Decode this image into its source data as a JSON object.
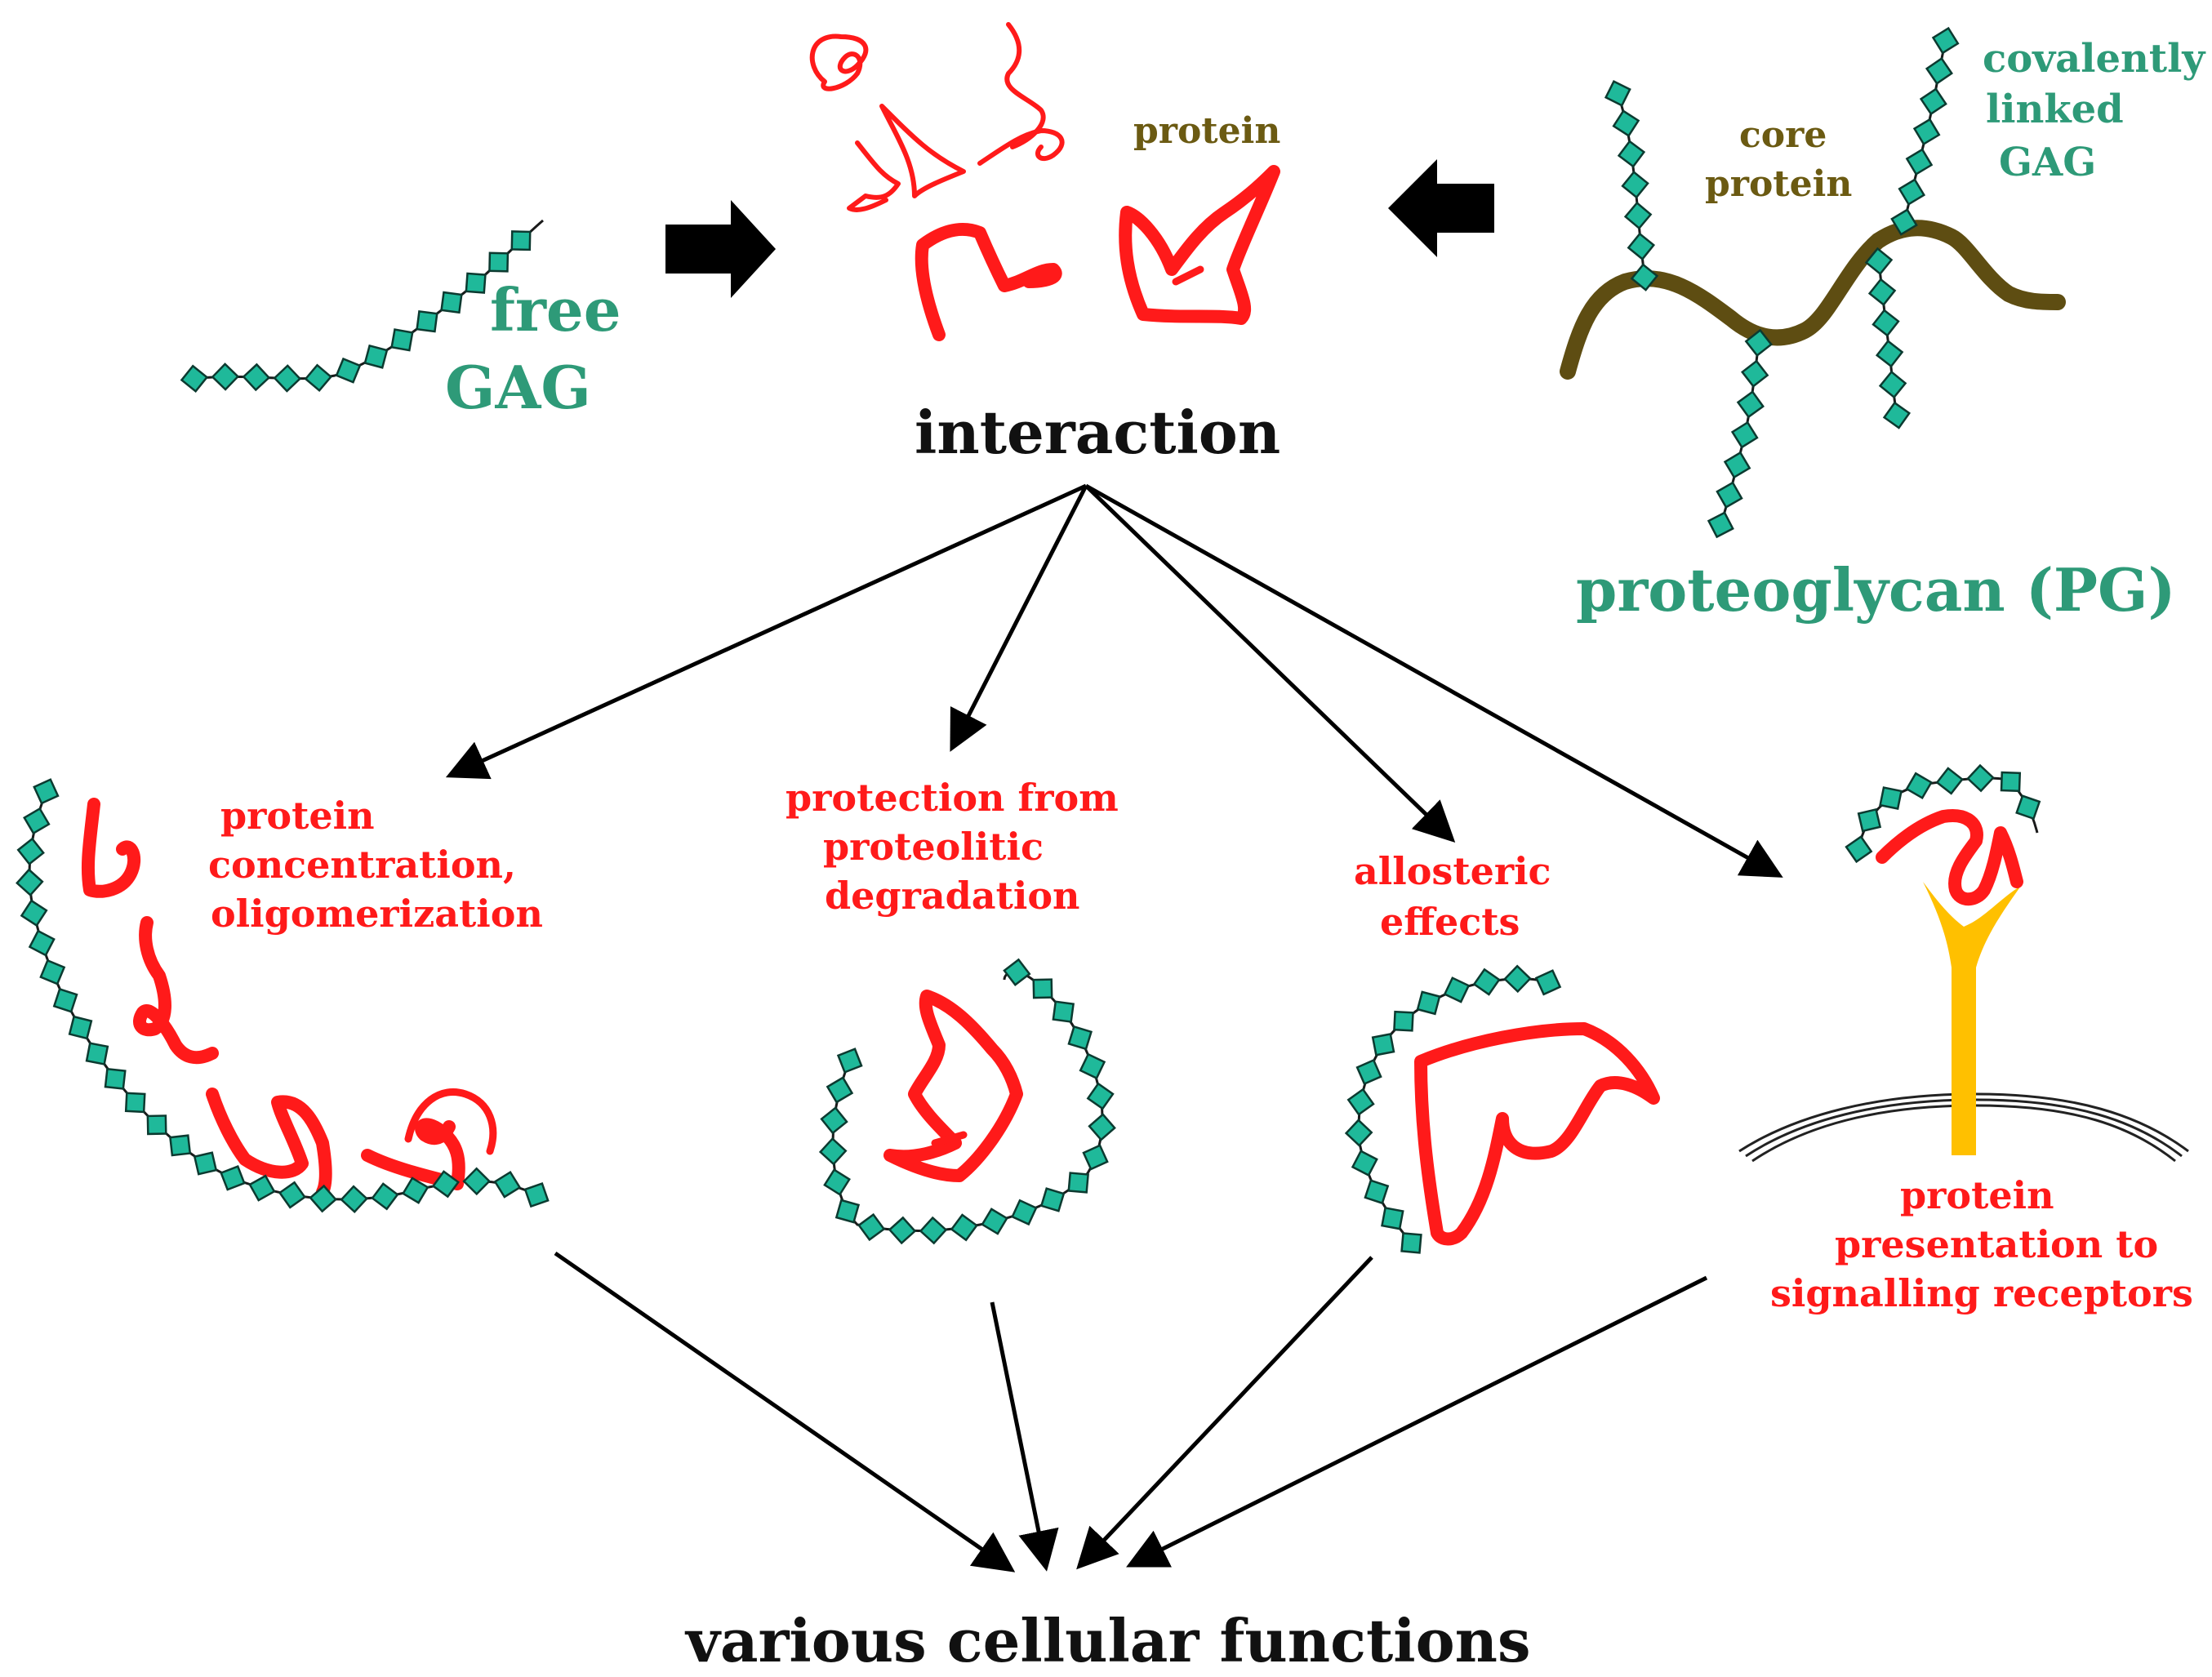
{
  "labels": {
    "free_gag_line1": "free",
    "free_gag_line2": "GAG",
    "protein": "protein",
    "interaction": "interaction",
    "core_protein_line1": "core",
    "core_protein_line2": "protein",
    "covalently_line1": "covalently",
    "covalently_line2": "linked",
    "covalently_line3": "GAG",
    "proteoglycan": "proteoglycan (PG)",
    "concentration_line1": "protein",
    "concentration_line2": "concentration,",
    "concentration_line3": "oligomerization",
    "protection_line1": "protection from",
    "protection_line2": "proteolitic",
    "protection_line3": "degradation",
    "allosteric_line1": "allosteric",
    "allosteric_line2": "effects",
    "presentation_line1": "protein",
    "presentation_line2": "presentation to",
    "presentation_line3": "signalling receptors",
    "cellular_functions": "various cellular functions"
  },
  "colors": {
    "protein": "#ff1a1a",
    "gag_bead": "#1fb99a",
    "gag_text": "#2e9a78",
    "core_protein": "#5e4d12",
    "receptor": "#ffc000"
  }
}
